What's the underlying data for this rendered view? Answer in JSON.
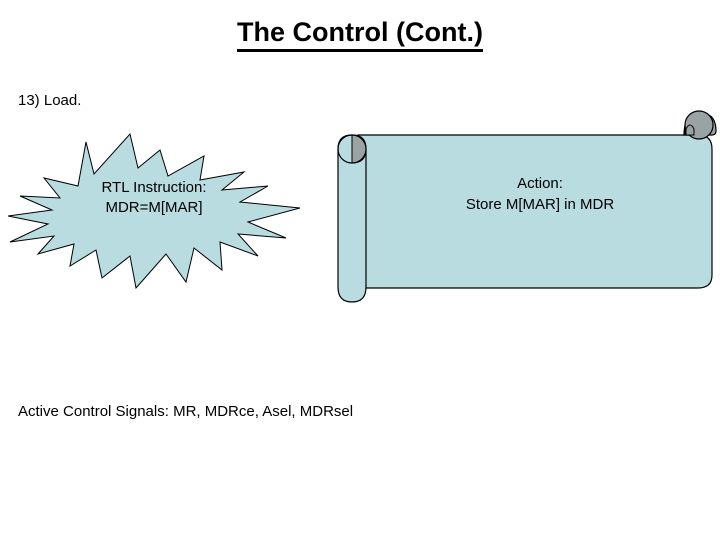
{
  "slide": {
    "title": "The Control (Cont.)",
    "step_label": "13) Load.",
    "signals_note": "Active Control Signals: MR, MDRce, Asel, MDRsel"
  },
  "starburst": {
    "shape_name": "explosion-starburst",
    "line1": "RTL Instruction:",
    "line2": "MDR=M[MAR]"
  },
  "scroll": {
    "shape_name": "horizontal-scroll",
    "line1": "Action:",
    "line2": "Store M[MAR] in MDR"
  },
  "colors": {
    "background": "#ffffff",
    "shape_fill": "#b9dce1",
    "shape_stroke": "#000000",
    "curl_fill": "#9aa3a3",
    "text": "#000000",
    "title_underline": "#000000"
  }
}
